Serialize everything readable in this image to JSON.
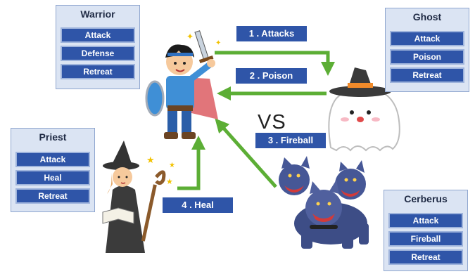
{
  "panels": {
    "warrior": {
      "title": "Warrior",
      "actions": [
        "Attack",
        "Defense",
        "Retreat"
      ]
    },
    "ghost": {
      "title": "Ghost",
      "actions": [
        "Attack",
        "Poison",
        "Retreat"
      ]
    },
    "priest": {
      "title": "Priest",
      "actions": [
        "Attack",
        "Heal",
        "Retreat"
      ]
    },
    "cerberus": {
      "title": "Cerberus",
      "actions": [
        "Attack",
        "Fireball",
        "Retreat"
      ]
    }
  },
  "steps": {
    "attacks": "1 . Attacks",
    "poison": "2 . Poison",
    "fireball": "3 . Fireball",
    "heal": "4 . Heal"
  },
  "vs_label": "VS",
  "colors": {
    "arrow": "#5cae35",
    "label_bg": "#2f55a8",
    "panel_bg": "#dbe4f3"
  }
}
